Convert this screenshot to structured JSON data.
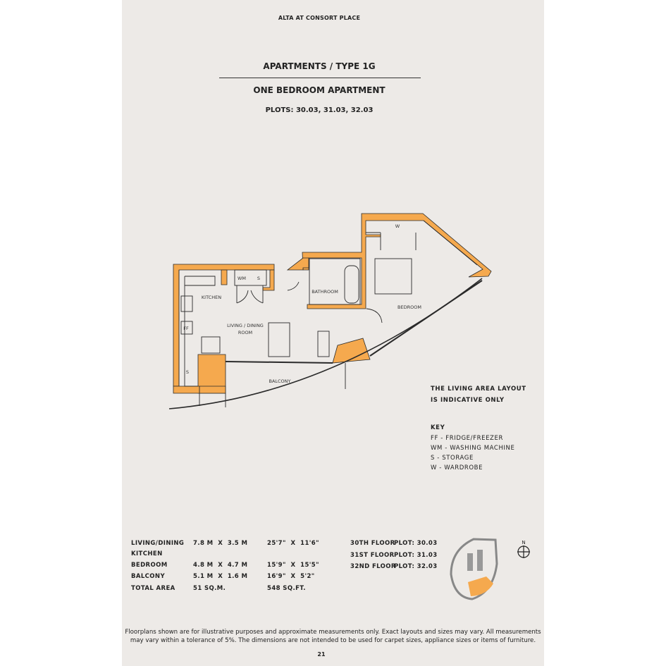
{
  "header": "ALTA AT CONSORT PLACE",
  "title": "APARTMENTS / TYPE 1G",
  "subtitle": "ONE BEDROOM APARTMENT",
  "plots": "PLOTS: 30.03, 31.03, 32.03",
  "plan": {
    "rooms": {
      "kitchen": "KITCHEN",
      "living1": "LIVING / DINING",
      "living2": "ROOM",
      "bathroom": "BATHROOM",
      "bedroom": "BEDROOM",
      "balcony": "BALCONY"
    },
    "abbr": {
      "wm": "WM",
      "s1": "S",
      "s2": "S",
      "w": "W",
      "ff": "FF"
    },
    "colors": {
      "wall": "#f5a94e",
      "line": "#2a2a2a",
      "page": "#edeae7"
    }
  },
  "note": [
    "THE LIVING AREA LAYOUT",
    "IS INDICATIVE ONLY"
  ],
  "key": {
    "title": "KEY",
    "items": [
      "FF - FRIDGE/FREEZER",
      "WM - WASHING MACHINE",
      "S - STORAGE",
      "W - WARDROBE"
    ]
  },
  "dimensions": [
    {
      "room": "LIVING/DINING",
      "metric": "7.8 M  X  3.5 M",
      "imperial": "25'7\"  X  11'6\""
    },
    {
      "room": "KITCHEN",
      "metric": "",
      "imperial": ""
    },
    {
      "room": "BEDROOM",
      "metric": "4.8 M  X  4.7 M",
      "imperial": "15'9\"  X  15'5\""
    },
    {
      "room": "BALCONY",
      "metric": "5.1 M  X  1.6 M",
      "imperial": "16'9\"  X  5'2\""
    },
    {
      "room": "TOTAL AREA",
      "metric": "51 SQ.M.",
      "imperial": "548 SQ.FT."
    }
  ],
  "floors": [
    {
      "floor": "30TH FLOOR",
      "plot": "PLOT: 30.03"
    },
    {
      "floor": "31ST FLOOR",
      "plot": "PLOT: 31.03"
    },
    {
      "floor": "32ND FLOOR",
      "plot": "PLOT: 32.03"
    }
  ],
  "compass": "N",
  "disclaimer": [
    "Floorplans shown are for illustrative purposes and approximate measurements only. Exact layouts and sizes may vary. All measurements",
    "may vary within a tolerance of 5%. The dimensions are not intended to be used for carpet sizes, appliance sizes or items of furniture."
  ],
  "page_number": "21"
}
